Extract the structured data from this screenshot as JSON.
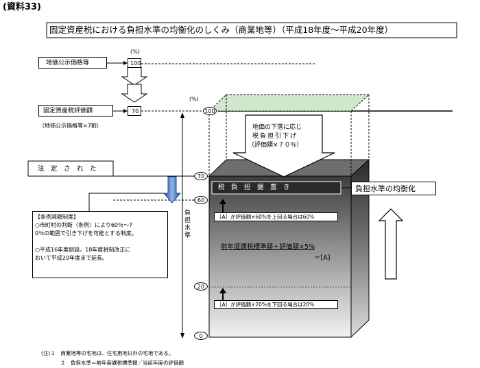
{
  "header_label": "(資料33)",
  "title": "固定資産税における負担水準の均衡化のしくみ（商業地等）（平成18年度～平成20年度）",
  "percent_unit": "(%)",
  "left": {
    "chika_label": "地価公示価格等",
    "chika_value": "100",
    "hyouka_label": "固定資産税評価額",
    "hyouka_value": "70",
    "hyouka_note": "（地価公示価格等×7割）",
    "houtei_label": "法　定　さ　れ　た",
    "jourei_title": "【条例減額制度】",
    "jourei_lines": [
      "○市町村の判断（条例）により60％～7",
      "0％の範囲で引き下げを可能とする制度。",
      "",
      "○平成16年度創設。18年度税制改正に",
      "おいて平成20年度まで延長。"
    ]
  },
  "axis": {
    "label": "負担水準",
    "ticks": [
      "100",
      "70",
      "60",
      "20",
      "0"
    ]
  },
  "box": {
    "drop_text": [
      "地価の下落に応じ",
      "税負担引下げ",
      "（評価額×７０％）"
    ],
    "suekoki": "税　負　担　据　置　き",
    "note60": "［A］が評価額×60%を上回る場合は60%",
    "formula": "前年度課税標準額＋評価額×5%",
    "formula_result": "＝[A]",
    "note20": "［A］が評価額×20%を下回る場合は20%"
  },
  "right_label": "負担水準の均衡化",
  "notes": [
    "(注)１　商業地等の宅地は、住宅用地以外の宅地である。",
    "２　負担水準＝前年度課税標準額／当該年度の評価額"
  ],
  "colors": {
    "green": "#cfe8cc",
    "arrow_blue": "#3a6fbf",
    "box_gray": "#8a8a8a"
  }
}
